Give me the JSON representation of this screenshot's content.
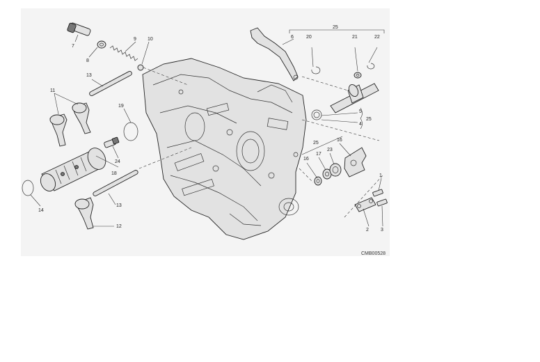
{
  "diagram": {
    "drawing_code": "CMB00528",
    "labels": {
      "p1": "1",
      "p2": "2",
      "p3": "3",
      "p4": "4",
      "p5": "5",
      "p6": "6",
      "p7": "7",
      "p8": "8",
      "p9": "9",
      "p10": "10",
      "p11": "11",
      "p12": "12",
      "p13a": "13",
      "p13b": "13",
      "p14": "14",
      "p16a": "16",
      "p16b": "16",
      "p17": "17",
      "p18": "18",
      "p19": "19",
      "p20": "20",
      "p21": "21",
      "p22": "22",
      "p23": "23",
      "p24": "24",
      "p25a": "25",
      "p25b": "25",
      "p25c": "25"
    }
  }
}
